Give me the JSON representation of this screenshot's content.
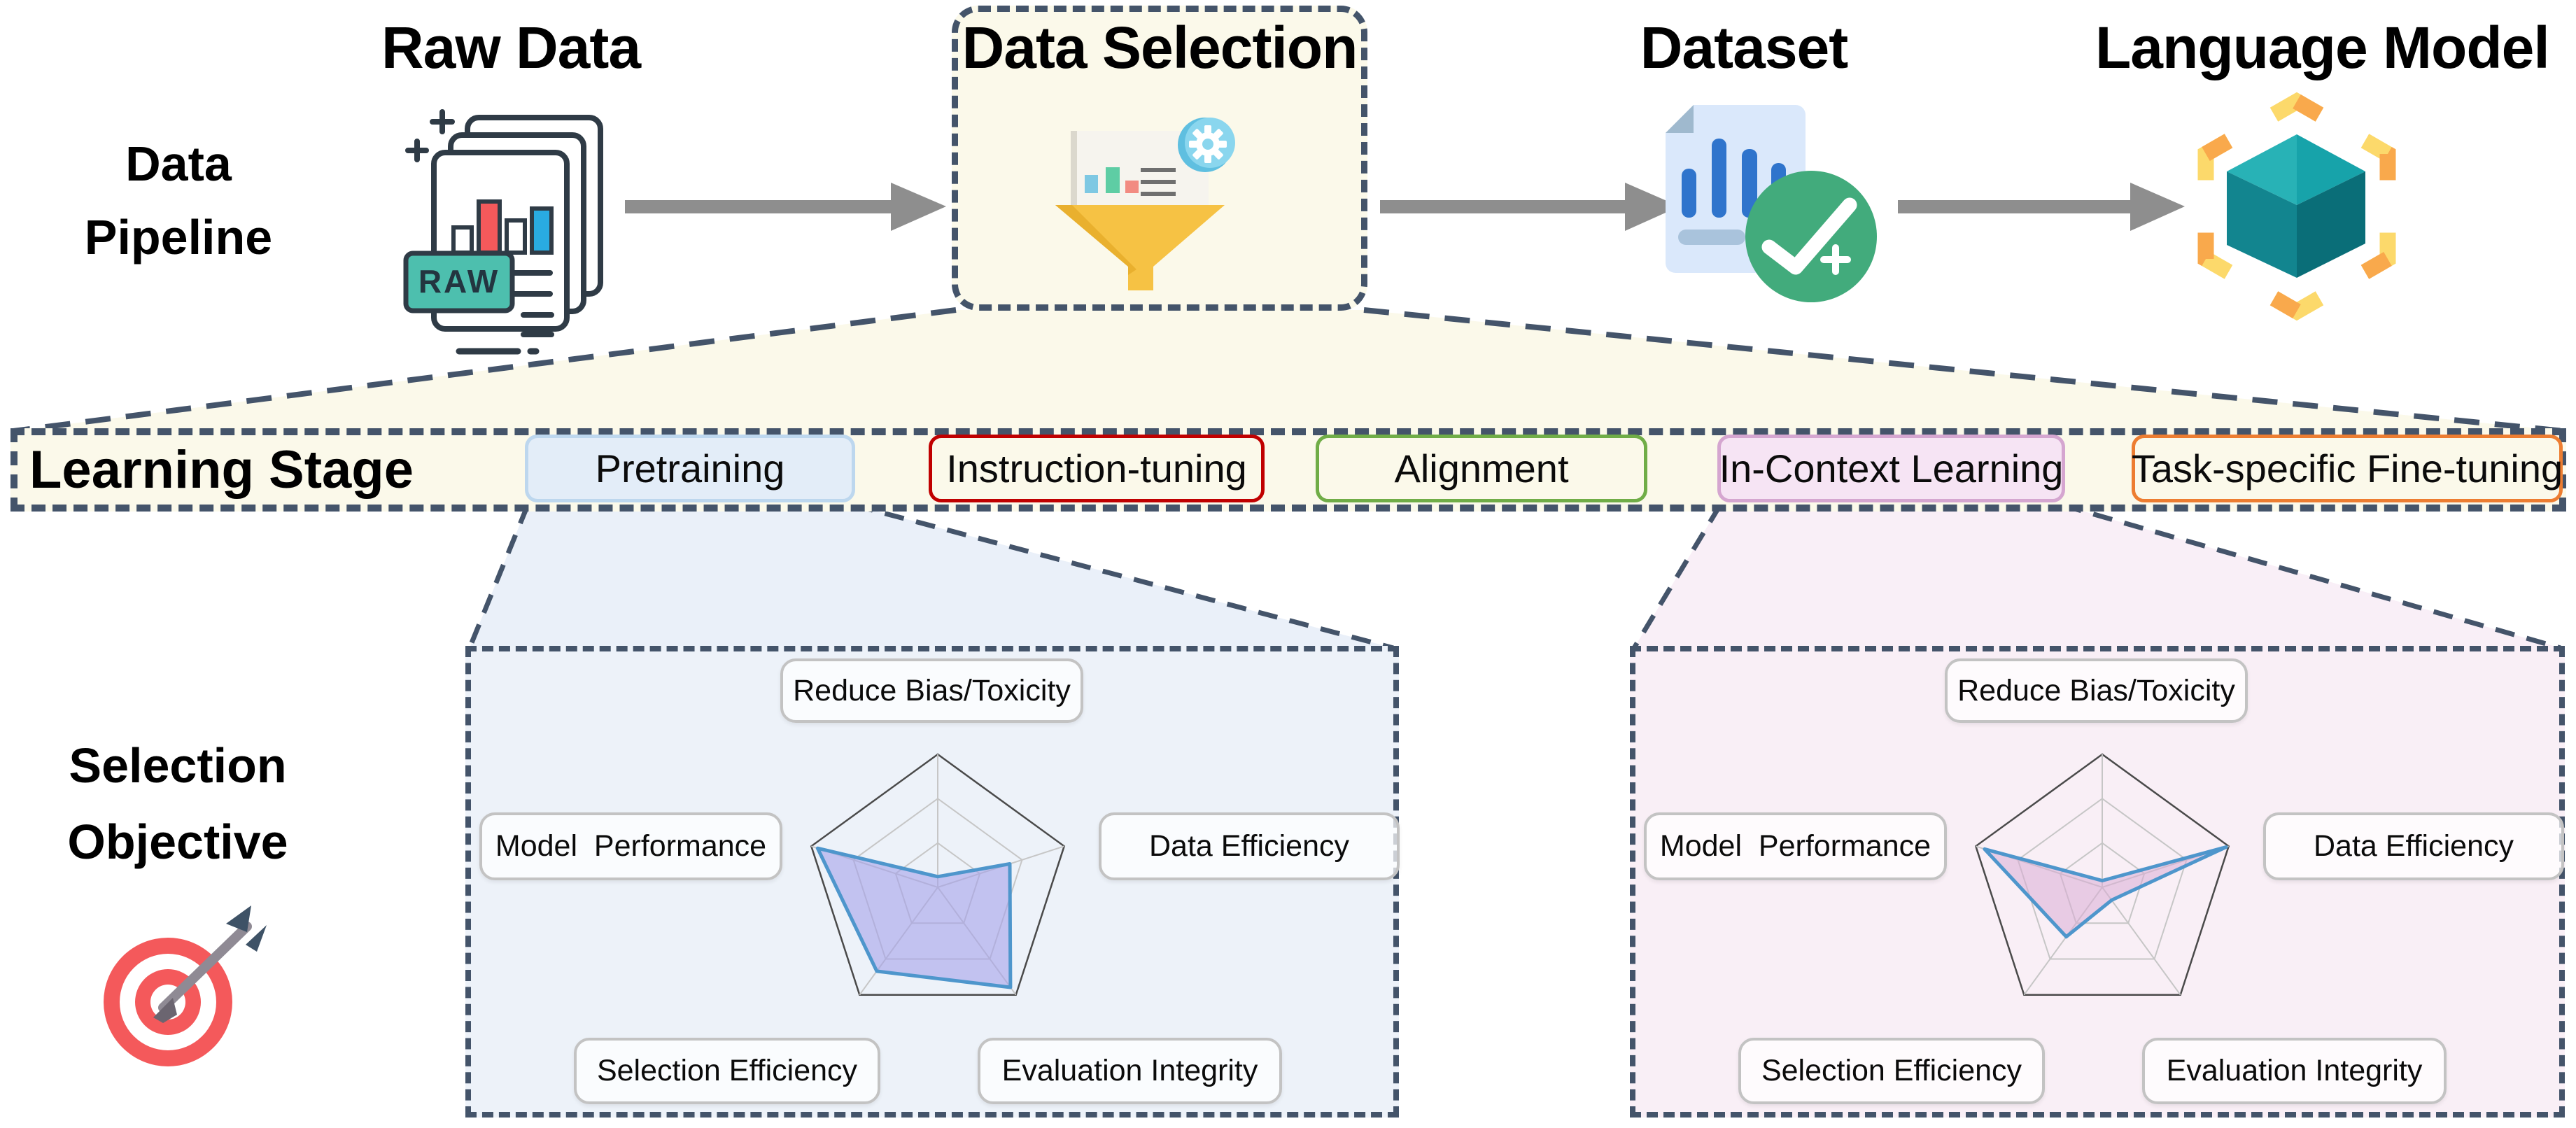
{
  "pipeline": {
    "row_label": {
      "line1": "Data",
      "line2": "Pipeline"
    },
    "stages": [
      {
        "title": "Raw Data",
        "icon": "raw-documents-icon"
      },
      {
        "title": "Data Selection",
        "icon": "funnel-filter-icon",
        "highlighted": true
      },
      {
        "title": "Dataset",
        "icon": "dataset-check-icon"
      },
      {
        "title": "Language Model",
        "icon": "cube-model-icon"
      }
    ],
    "arrow_color": "#8E8E8E",
    "raw_badge": "RAW"
  },
  "learning_stage": {
    "label": "Learning Stage",
    "band_bg": "#FBF9EA",
    "dash_color": "#44546A",
    "stages": [
      {
        "label": "Pretraining",
        "fill": "#E3EDF8",
        "border": "#BDD7EE",
        "expanded": true
      },
      {
        "label": "Instruction-tuning",
        "fill": "#FBF9EA",
        "border": "#C00000",
        "expanded": false
      },
      {
        "label": "Alignment",
        "fill": "#FBF9EA",
        "border": "#70AD47",
        "expanded": false
      },
      {
        "label": "In-Context Learning",
        "fill": "#F6E4F4",
        "border": "#D5A6D0",
        "expanded": true
      },
      {
        "label": "Task-specific Fine-tuning",
        "fill": "#FBF9EA",
        "border": "#ED7D31",
        "expanded": false
      }
    ]
  },
  "selection_objective": {
    "line1": "Selection",
    "line2": "Objective",
    "icon": "target-icon"
  },
  "radar_axes": [
    "Reduce Bias/Toxicity",
    "Data Efficiency",
    "Evaluation Integrity",
    "Selection Efficiency",
    "Model  Performance"
  ],
  "chart_data": [
    {
      "type": "radar",
      "title": "Pretraining",
      "axes": [
        "Reduce Bias/Toxicity",
        "Data Efficiency",
        "Evaluation Integrity",
        "Selection Efficiency",
        "Model Performance"
      ],
      "values": [
        0.08,
        0.57,
        0.93,
        0.78,
        0.95
      ],
      "range": [
        0,
        1
      ],
      "gridlines": [
        0.333,
        0.667,
        1
      ],
      "legend": "none",
      "panel_bg": "#EDF2F9",
      "fill": "rgba(165,161,233,0.60)",
      "stroke": "#4E96CC"
    },
    {
      "type": "radar",
      "title": "In-Context Learning",
      "axes": [
        "Reduce Bias/Toxicity",
        "Data Efficiency",
        "Evaluation Integrity",
        "Selection Efficiency",
        "Model Performance"
      ],
      "values": [
        0.05,
        0.98,
        0.12,
        0.46,
        0.93
      ],
      "range": [
        0,
        1
      ],
      "gridlines": [
        0.333,
        0.667,
        1
      ],
      "legend": "none",
      "panel_bg": "#F9EFF6",
      "fill": "rgba(219,173,214,0.55)",
      "stroke": "#4E96CC"
    }
  ]
}
